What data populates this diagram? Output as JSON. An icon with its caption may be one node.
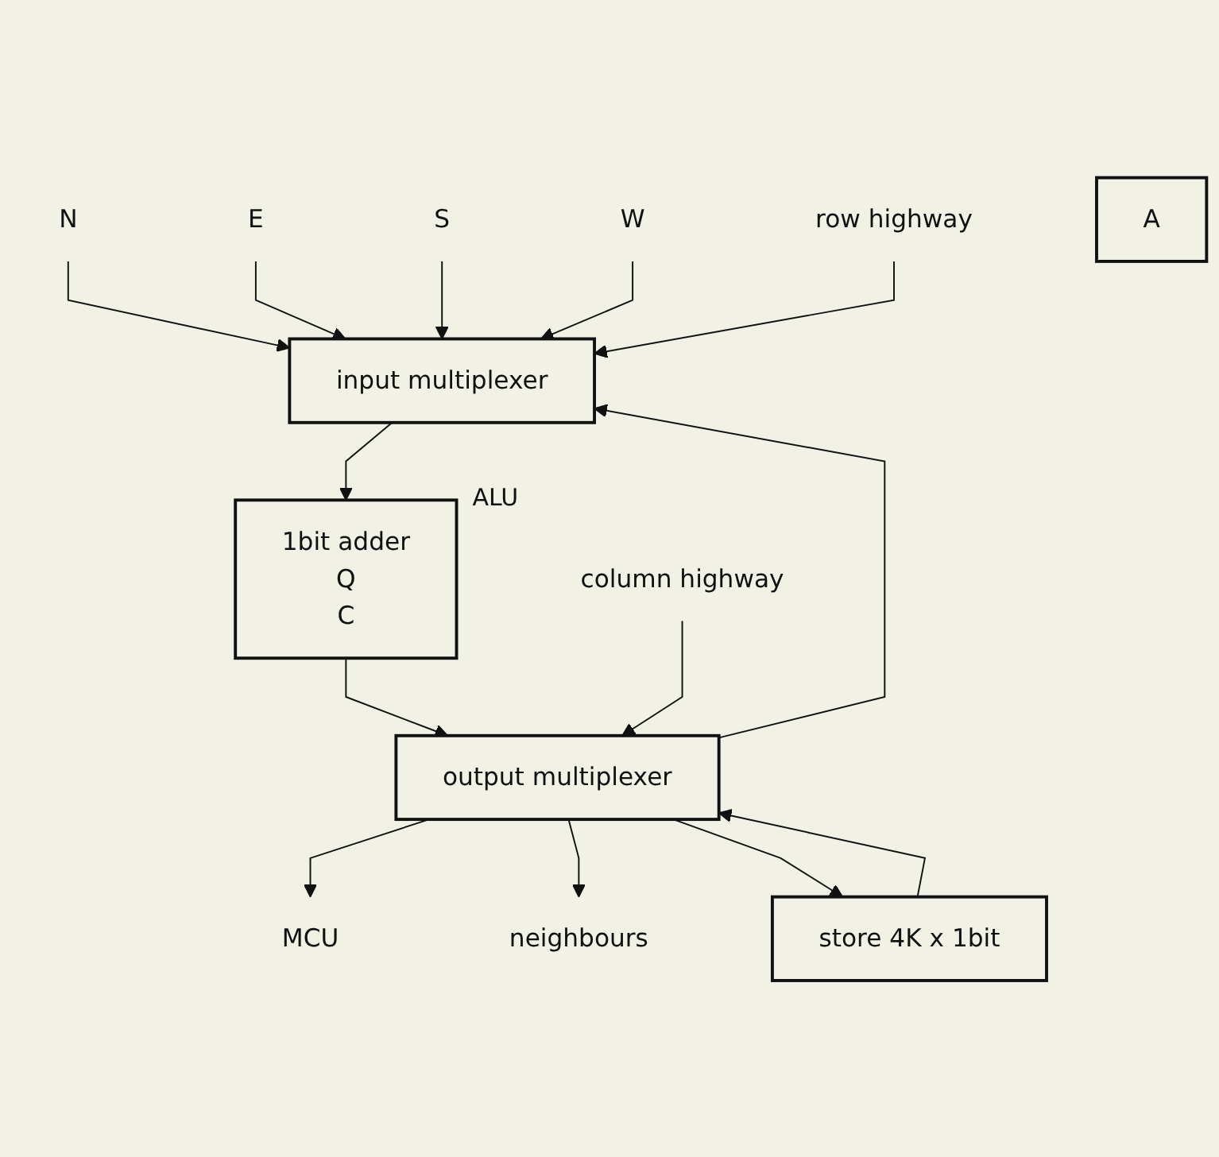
{
  "diagram": {
    "nodes": [
      {
        "text": [
          "N"
        ]
      },
      {
        "text": [
          "E"
        ]
      },
      {
        "text": [
          "S"
        ]
      },
      {
        "text": [
          "W"
        ]
      },
      {
        "text": [
          "row highway"
        ]
      },
      {
        "text": [
          "input multiplexer"
        ]
      },
      {
        "text": [
          "1bit adder",
          "Q",
          "C"
        ],
        "beside": [
          "ALU"
        ]
      },
      {
        "text": [
          "column highway"
        ]
      },
      {
        "text": [
          "output multiplexer"
        ]
      },
      {
        "text": [
          "MCU"
        ]
      },
      {
        "text": [
          "neighbours"
        ]
      },
      {
        "text": [
          "store 4K x 1bit"
        ]
      },
      {
        "text": [
          "A"
        ]
      }
    ],
    "edges": [
      {
        "from": 0,
        "to": 5,
        "arrow": "to"
      },
      {
        "from": 1,
        "to": 5,
        "arrow": "to"
      },
      {
        "from": 2,
        "to": 5,
        "arrow": "to"
      },
      {
        "from": 3,
        "to": 5,
        "arrow": "to"
      },
      {
        "from": 4,
        "to": 5,
        "arrow": "to"
      },
      {
        "from": 5,
        "to": 6,
        "arrow": "to"
      },
      {
        "from": 6,
        "to": 8,
        "arrow": "to"
      },
      {
        "from": 7,
        "to": 8,
        "arrow": "to"
      },
      {
        "from": 8,
        "to": 5,
        "arrow": "to"
      },
      {
        "from": 8,
        "to": 9,
        "arrow": "to"
      },
      {
        "from": 8,
        "to": 10,
        "arrow": "to"
      },
      {
        "from": 8,
        "to": 11,
        "arrow": "to"
      },
      {
        "from": 11,
        "to": 8,
        "arrow": "to"
      }
    ]
  }
}
